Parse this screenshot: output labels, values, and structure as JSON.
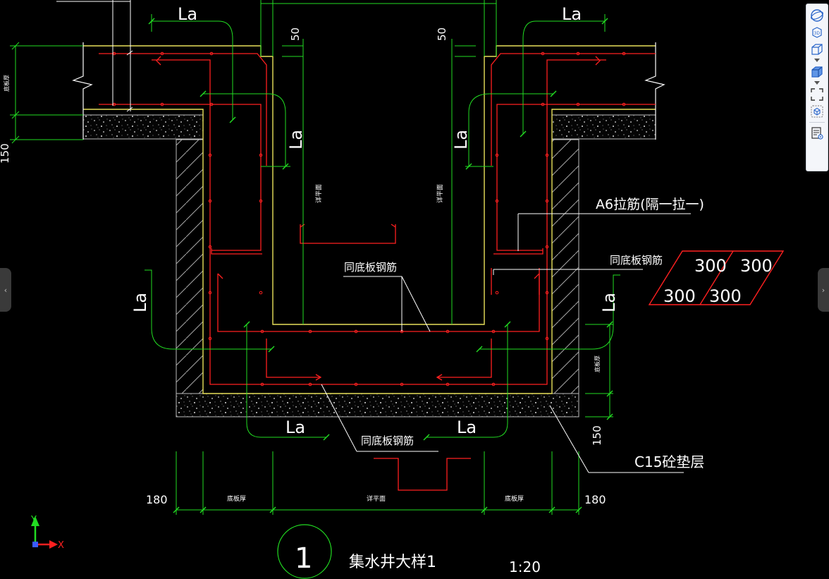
{
  "drawing": {
    "dim_la": "La",
    "dim_50": "50",
    "dim_150": "150",
    "dim_180": "180",
    "dim_300": "300",
    "note_a6": "A6拉筋(隔一拉一)",
    "note_same_bottom": "同底板钢筋",
    "note_c15": "C15砼垫层",
    "label_slab_thick": "底板厚",
    "label_pit_bottom": "详平面",
    "label_pit_depth": "详平面",
    "title_number": "1",
    "title_name": "集水井大样1",
    "title_scale": "1:20"
  },
  "axis": {
    "x": "X",
    "y": "Y"
  },
  "colors": {
    "background": "#000000",
    "concrete": "#e8e05a",
    "rebar": "#ff2020",
    "dimension": "#22dd22",
    "text": "#ffffff",
    "axis_x": "#ff2020",
    "axis_y": "#22dd22"
  },
  "toolbar": {
    "icons": [
      "orbit-icon",
      "view-3d-icon",
      "cube-icon",
      "cube-solid-icon",
      "zoom-extents-icon",
      "view-cube-icon",
      "properties-icon"
    ]
  }
}
